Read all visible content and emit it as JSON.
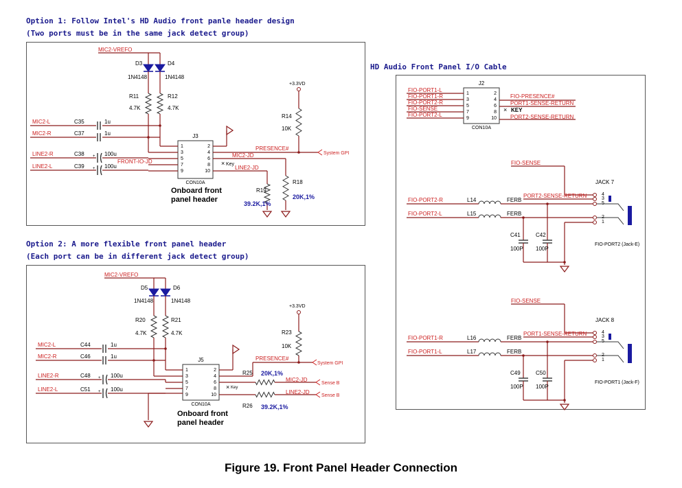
{
  "option1": {
    "title": "Option 1: Follow Intel's HD Audio front panle header design",
    "subtitle": "(Two ports must be in the same jack detect group)",
    "vref": "MIC2-VREFO",
    "d_left": "D3",
    "d_right": "D4",
    "d_left_part": "1N4148",
    "d_right_part": "1N4148",
    "r_left": "R11",
    "r_right": "R12",
    "r_left_val": "4.7K",
    "r_right_val": "4.7K",
    "nets_left": [
      "MIC2-L",
      "MIC2-R",
      "LINE2-R",
      "LINE2-L"
    ],
    "caps": [
      "C35",
      "C37",
      "C38",
      "C39"
    ],
    "cap_vals": [
      "1u",
      "1u",
      "100u",
      "100u"
    ],
    "conn_ref": "J3",
    "conn_part": "CON10A",
    "pins_left": [
      "1",
      "3",
      "5",
      "7",
      "9"
    ],
    "pins_right": [
      "2",
      "4",
      "6",
      "8",
      "10"
    ],
    "front_io_jd": "FRONT-IO-JD",
    "presence": "PRESENCE#",
    "mic2_jd": "MIC2-JD",
    "line2_jd": "LINE2-JD",
    "key": "Key",
    "system_gpi": "System GPI",
    "supply": "+3.3VD",
    "r14": "R14",
    "r14_val": "10K",
    "r18": "R18",
    "r18_val": "20K,1%",
    "r19": "R19",
    "r19_val": "39.2K,1%",
    "label1": "Onboard front",
    "label2": "panel header"
  },
  "option2": {
    "title": "Option 2: A more flexible front panel header",
    "subtitle": "(Each port can be in different jack detect group)",
    "vref": "MIC2-VREFO",
    "d_left": "D5",
    "d_right": "D6",
    "d_left_part": "1N4148",
    "d_right_part": "1N4148",
    "r_left": "R20",
    "r_right": "R21",
    "r_left_val": "4.7K",
    "r_right_val": "4.7K",
    "nets_left": [
      "MIC2-L",
      "MIC2-R",
      "LINE2-R",
      "LINE2-L"
    ],
    "caps": [
      "C44",
      "C46",
      "C48",
      "C51"
    ],
    "cap_vals": [
      "1u",
      "1u",
      "100u",
      "100u"
    ],
    "conn_ref": "J5",
    "conn_part": "CON10A",
    "pins_left": [
      "1",
      "3",
      "5",
      "7",
      "9"
    ],
    "pins_right": [
      "2",
      "4",
      "6",
      "8",
      "10"
    ],
    "presence": "PRESENCE#",
    "system_gpi": "System GPI",
    "supply": "+3.3VD",
    "r23": "R23",
    "r23_val": "10K",
    "r25": "R25",
    "r25_val": "20K,1%",
    "r26": "R26",
    "r26_val": "39.2K,1%",
    "mic2_jd": "MIC2-JD",
    "line2_jd": "LINE2-JD",
    "sense_b": "Sense B",
    "key": "Key",
    "label1": "Onboard front",
    "label2": "panel header"
  },
  "cable": {
    "title": "HD Audio Front Panel I/O Cable",
    "conn_ref": "J2",
    "conn_part": "CON10A",
    "left_nets": [
      "FIO-PORT1-L",
      "FIO-PORT1-R",
      "FIO-PORT2-R",
      "FIO-SENSE",
      "FIO-PORT2-L"
    ],
    "right_nets": [
      "FIO-PRESENCE#",
      "PORT1-SENSE-RETURN",
      "KEY",
      "PORT2-SENSE-RETURN"
    ],
    "pins_left": [
      "1",
      "3",
      "5",
      "7",
      "9"
    ],
    "pins_right": [
      "2",
      "4",
      "6",
      "8",
      "10"
    ],
    "jack_a": {
      "sense": "FIO-SENSE",
      "jack": "JACK 7",
      "return": "PORT2-SENSE-RETURN",
      "r_net": "FIO-PORT2-R",
      "l_net": "FIO-PORT2-L",
      "l_top": "L14",
      "l_bot": "L15",
      "ferb": "FERB",
      "c_left": "C41",
      "c_right": "C42",
      "c_val": "100P",
      "pins": [
        "4",
        "3",
        "5",
        "2",
        "1"
      ],
      "name": "FIO-PORT2 (Jack-E)"
    },
    "jack_b": {
      "sense": "FIO-SENSE",
      "jack": "JACK 8",
      "return": "PORT1-SENSE-RETURN",
      "r_net": "FIO-PORT1-R",
      "l_net": "FIO-PORT1-L",
      "l_top": "L16",
      "l_bot": "L17",
      "ferb": "FERB",
      "c_left": "C49",
      "c_right": "C50",
      "c_val": "100P",
      "pins": [
        "4",
        "3",
        "5",
        "2",
        "1"
      ],
      "name": "FIO-PORT1 (Jack-F)"
    }
  },
  "caption": "Figure 19.    Front Panel Header Connection",
  "colors": {
    "wire": "#8b1a1a",
    "net": "#cc2020",
    "title": "#1a1a8c",
    "ink": "#000000",
    "jack": "#1a1aa0"
  }
}
